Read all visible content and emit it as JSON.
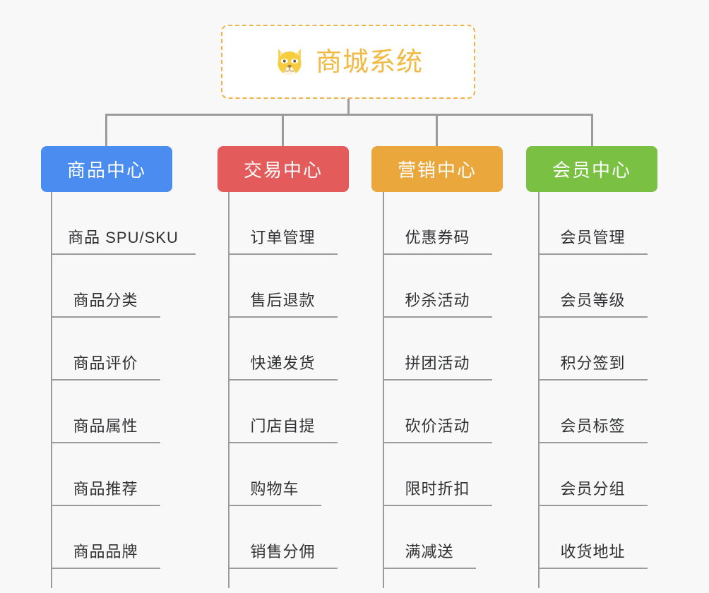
{
  "diagram": {
    "title": "商城系统",
    "root": {
      "label": "商城系统",
      "icon": "shiba-dog-icon",
      "text_color": "#f0b942",
      "border_color": "#edb349",
      "background": "#ffffff"
    },
    "background_color": "#f8f8f8",
    "connector_color": "#9b9b9b",
    "branches": [
      {
        "label": "商品中心",
        "color": "#4a8cf0",
        "items": [
          "商品 SPU/SKU",
          "商品分类",
          "商品评价",
          "商品属性",
          "商品推荐",
          "商品品牌"
        ]
      },
      {
        "label": "交易中心",
        "color": "#e35b5b",
        "items": [
          "订单管理",
          "售后退款",
          "快递发货",
          "门店自提",
          "购物车",
          "销售分佣"
        ]
      },
      {
        "label": "营销中心",
        "color": "#eaa73c",
        "items": [
          "优惠券码",
          "秒杀活动",
          "拼团活动",
          "砍价活动",
          "限时折扣",
          "满减送"
        ]
      },
      {
        "label": "会员中心",
        "color": "#7ac043",
        "items": [
          "会员管理",
          "会员等级",
          "积分签到",
          "会员标签",
          "会员分组",
          "收货地址"
        ]
      }
    ]
  }
}
